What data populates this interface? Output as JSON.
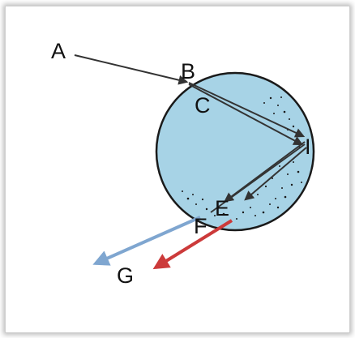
{
  "diagram": {
    "labels": {
      "A": "A",
      "B": "B",
      "C": "C",
      "I": "I",
      "E": "E",
      "F": "F",
      "G": "G"
    },
    "colors": {
      "drop_fill": "#a7d3e6",
      "drop_outline": "#1a1a1a",
      "ray": "#333333",
      "blue_ray": "#7fa6d0",
      "red_ray": "#cc3a3a"
    }
  }
}
